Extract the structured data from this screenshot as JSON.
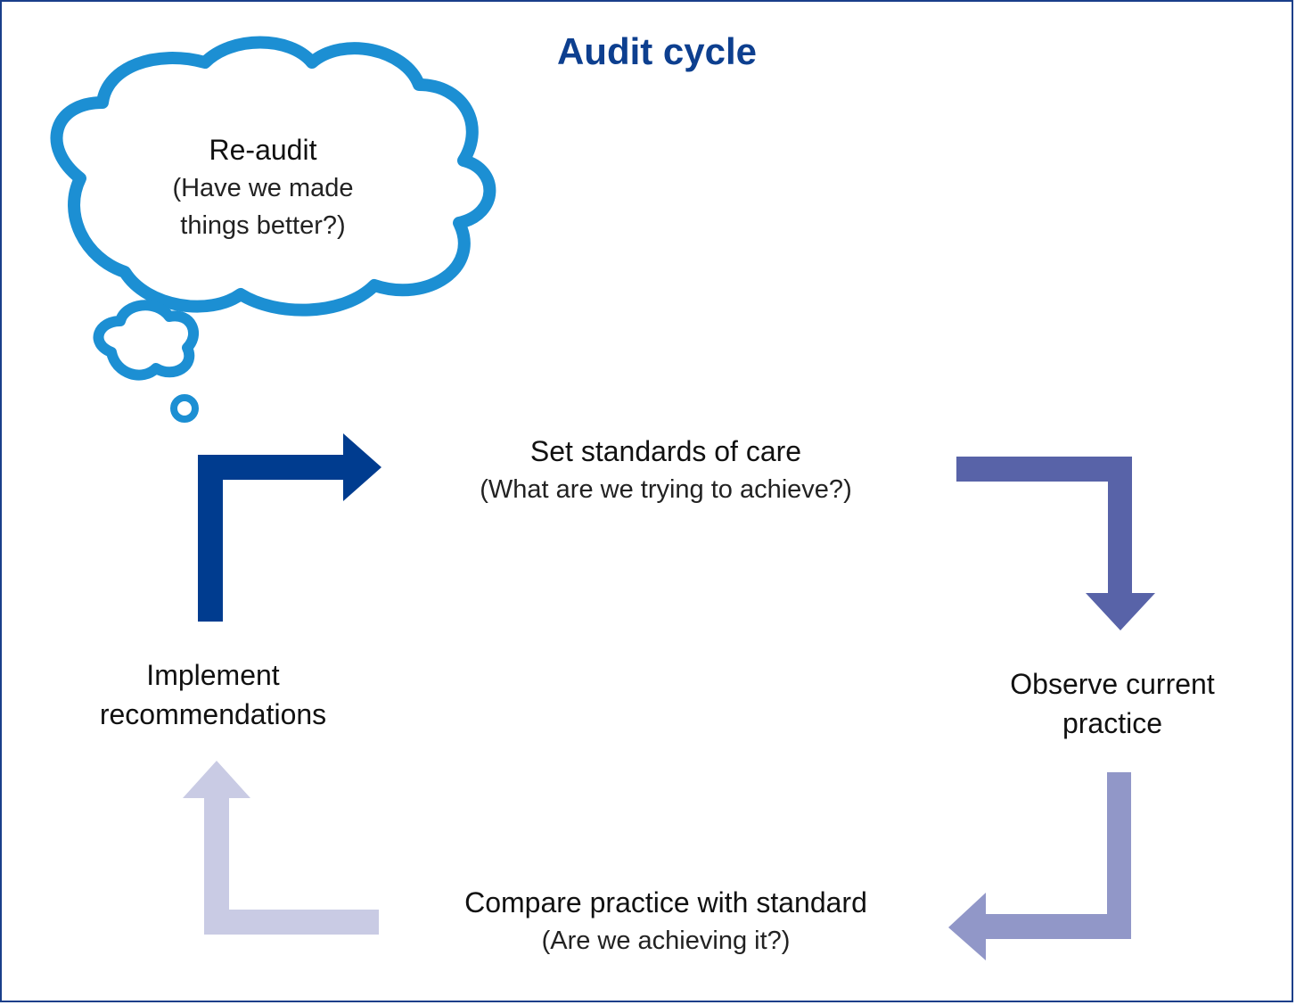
{
  "title": "Audit cycle",
  "steps": {
    "reaudit": {
      "label": "Re-audit",
      "sub_line1": "(Have we made",
      "sub_line2": "things better?)"
    },
    "set_standards": {
      "label": "Set standards of care",
      "sub": "(What are we trying to achieve?)"
    },
    "observe": {
      "label_line1": "Observe current",
      "label_line2": "practice"
    },
    "compare": {
      "label": "Compare practice with standard",
      "sub": "(Are we achieving it?)"
    },
    "implement": {
      "label_line1": "Implement",
      "label_line2": "recommendations"
    }
  },
  "colors": {
    "title": "#0d3f8f",
    "frame": "#1a3f8a",
    "cloud": "#1c8fd3",
    "arrow_implement_to_set": "#003c8f",
    "arrow_set_to_observe": "#5863a8",
    "arrow_observe_to_compare": "#9197c8",
    "arrow_compare_to_implement": "#c9cbe4"
  }
}
